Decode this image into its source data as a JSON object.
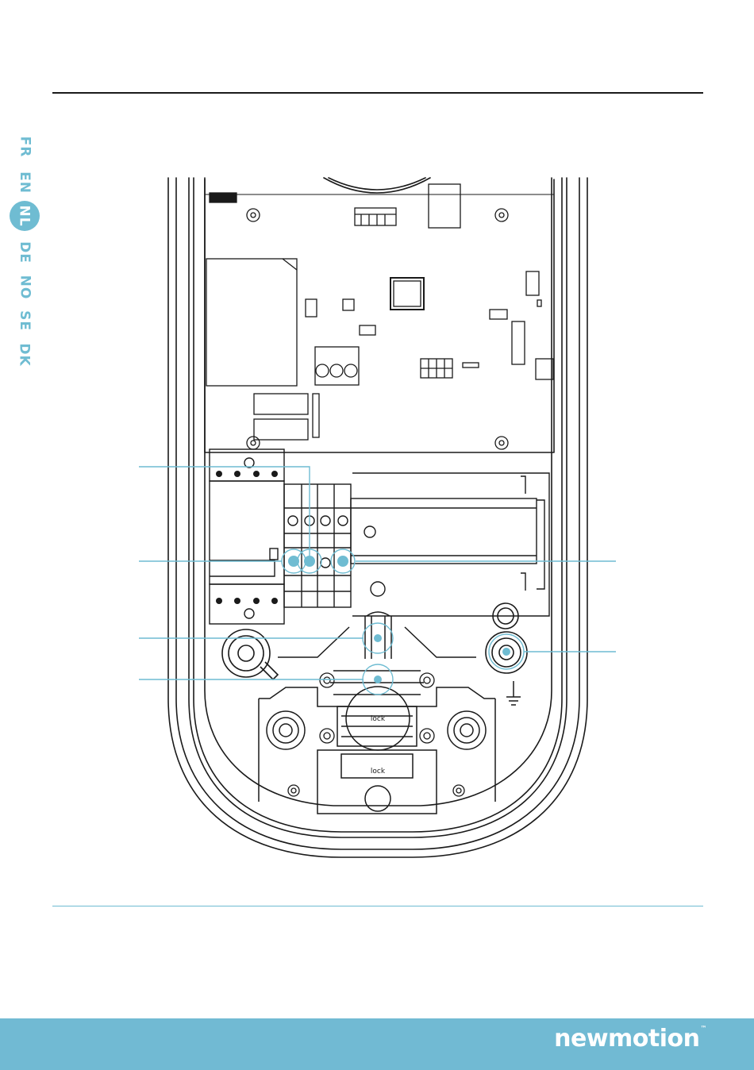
{
  "language_nav": {
    "items": [
      {
        "code": "FR",
        "active": false
      },
      {
        "code": "EN",
        "active": false
      },
      {
        "code": "NL",
        "active": true
      },
      {
        "code": "DE",
        "active": false
      },
      {
        "code": "NO",
        "active": false
      },
      {
        "code": "SE",
        "active": false
      },
      {
        "code": "DK",
        "active": false
      }
    ]
  },
  "figure": {
    "markings": [
      "lock",
      "lock"
    ]
  },
  "footer": {
    "brand": "newmotion",
    "trademark": "™"
  },
  "colors": {
    "accent": "#71bad3",
    "line": "#1a1a1a",
    "callout": "#6fbcd2"
  }
}
